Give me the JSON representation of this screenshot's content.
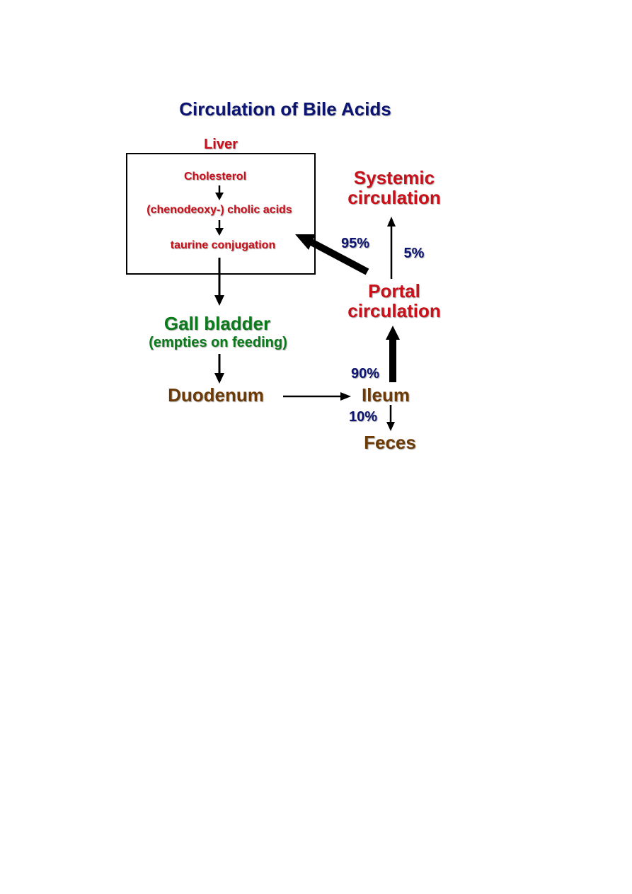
{
  "diagram": {
    "title": "Circulation of Bile Acids",
    "liver": {
      "label": "Liver",
      "steps": [
        "Cholesterol",
        "(chenodeoxy-) cholic acids",
        "taurine conjugation"
      ]
    },
    "gall_bladder": {
      "label": "Gall bladder",
      "sublabel": "(empties on feeding)"
    },
    "duodenum": "Duodenum",
    "ileum": "Ileum",
    "feces": "Feces",
    "portal": {
      "line1": "Portal",
      "line2": "circulation"
    },
    "systemic": {
      "line1": "Systemic",
      "line2": "circulation"
    },
    "percentages": {
      "portal_to_liver": "95%",
      "portal_to_systemic": "5%",
      "ileum_to_portal": "90%",
      "ileum_to_feces": "10%"
    },
    "colors": {
      "title": "#0b1470",
      "liver_items": "#c8101a",
      "circulation": "#c8101a",
      "gall_bladder": "#0a7a1a",
      "gut": "#6b3a06",
      "percentages": "#0b1470",
      "arrows": "#000000"
    }
  }
}
